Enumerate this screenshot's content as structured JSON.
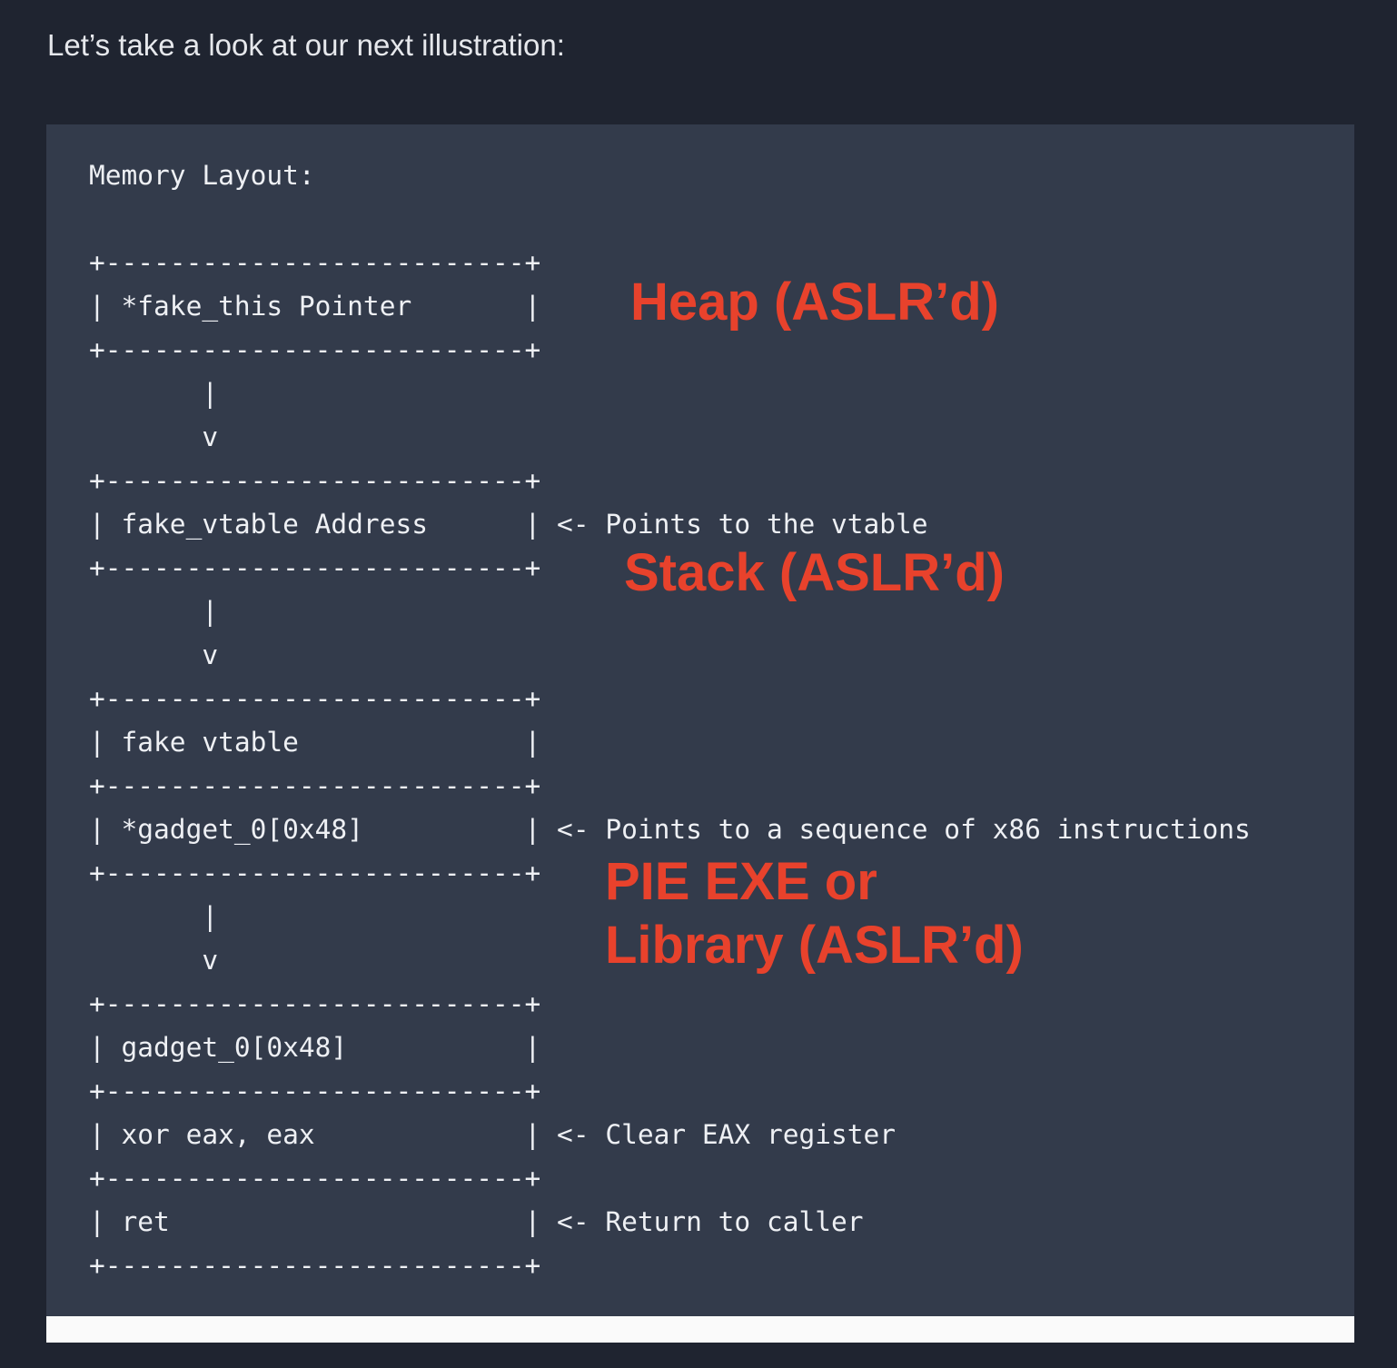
{
  "intro_text": "Let’s take a look at our next illustration:",
  "code_lines": [
    "Memory Layout:",
    "",
    "",
    "+--------------------------+",
    "| *fake_this Pointer       |",
    "+--------------------------+",
    "       |",
    "       v",
    "+--------------------------+",
    "| fake_vtable Address      | <- Points to the vtable",
    "+--------------------------+",
    "       |",
    "       v",
    "+--------------------------+",
    "| fake vtable              |",
    "+--------------------------+",
    "| *gadget_0[0x48]          | <- Points to a sequence of x86 instructions",
    "+--------------------------+",
    "       |",
    "       v",
    "+--------------------------+",
    "| gadget_0[0x48]           |",
    "+--------------------------+",
    "| xor eax, eax             | <- Clear EAX register",
    "+--------------------------+",
    "| ret                      | <- Return to caller",
    "+--------------------------+"
  ],
  "annotations": {
    "heap": "Heap (ASLR’d)",
    "stack": "Stack (ASLR’d)",
    "pie_line1": "PIE EXE or",
    "pie_line2": "Library (ASLR’d)"
  },
  "colors": {
    "page_background": "#1f2430",
    "code_background": "#333b4b",
    "code_text": "#eef0f4",
    "annotation": "#e8422c"
  }
}
